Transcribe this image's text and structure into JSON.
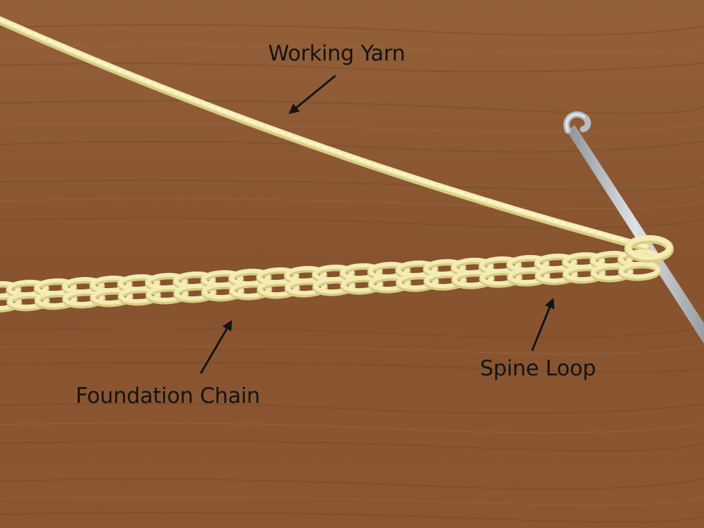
{
  "annotations": {
    "working_yarn": "Working Yarn",
    "foundation_chain": "Foundation Chain",
    "spine_loop": "Spine Loop"
  },
  "colors": {
    "wood": "#8a5530",
    "wood_dark": "#6e4224",
    "yarn": "#f3ecb4",
    "yarn_shadow": "#d9cc84",
    "hook": "#b9bdc2",
    "text": "#141414"
  }
}
